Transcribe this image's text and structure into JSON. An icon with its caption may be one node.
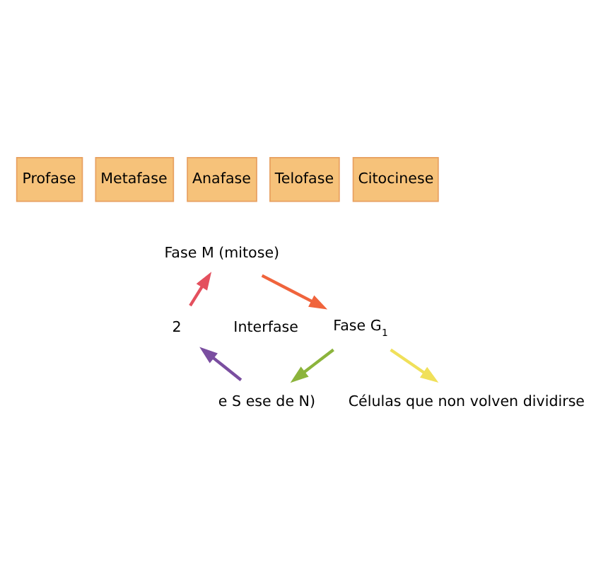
{
  "diagram": {
    "nodes": [
      {
        "text": [
          "Profase"
        ]
      },
      {
        "text": [
          "Metafase"
        ]
      },
      {
        "text": [
          "Anafase"
        ]
      },
      {
        "text": [
          "Telofase"
        ]
      },
      {
        "text": [
          "Citocinese"
        ]
      },
      {
        "text": [
          "Fase M (mitose)"
        ]
      },
      {
        "text": [
          "Interfase"
        ]
      },
      {
        "text": [
          "Fase G$_{1}$"
        ]
      },
      {
        "text": [
          "Células que non volven dividirse"
        ]
      },
      {
        "text": [
          "e S ese de N)"
        ]
      },
      {
        "text": [
          "2"
        ]
      }
    ],
    "edges": [
      {
        "from": 10,
        "to": 5,
        "arrow": "to",
        "color": "#e4505e"
      },
      {
        "from": 5,
        "to": 7,
        "arrow": "to",
        "color": "#f0643c"
      },
      {
        "from": 7,
        "to": 9,
        "arrow": "to",
        "color": "#8cb43c"
      },
      {
        "from": 9,
        "to": 10,
        "arrow": "to",
        "color": "#7a4ea0"
      },
      {
        "from": 7,
        "to": 8,
        "arrow": "to",
        "color": "#f0e05a"
      }
    ]
  }
}
